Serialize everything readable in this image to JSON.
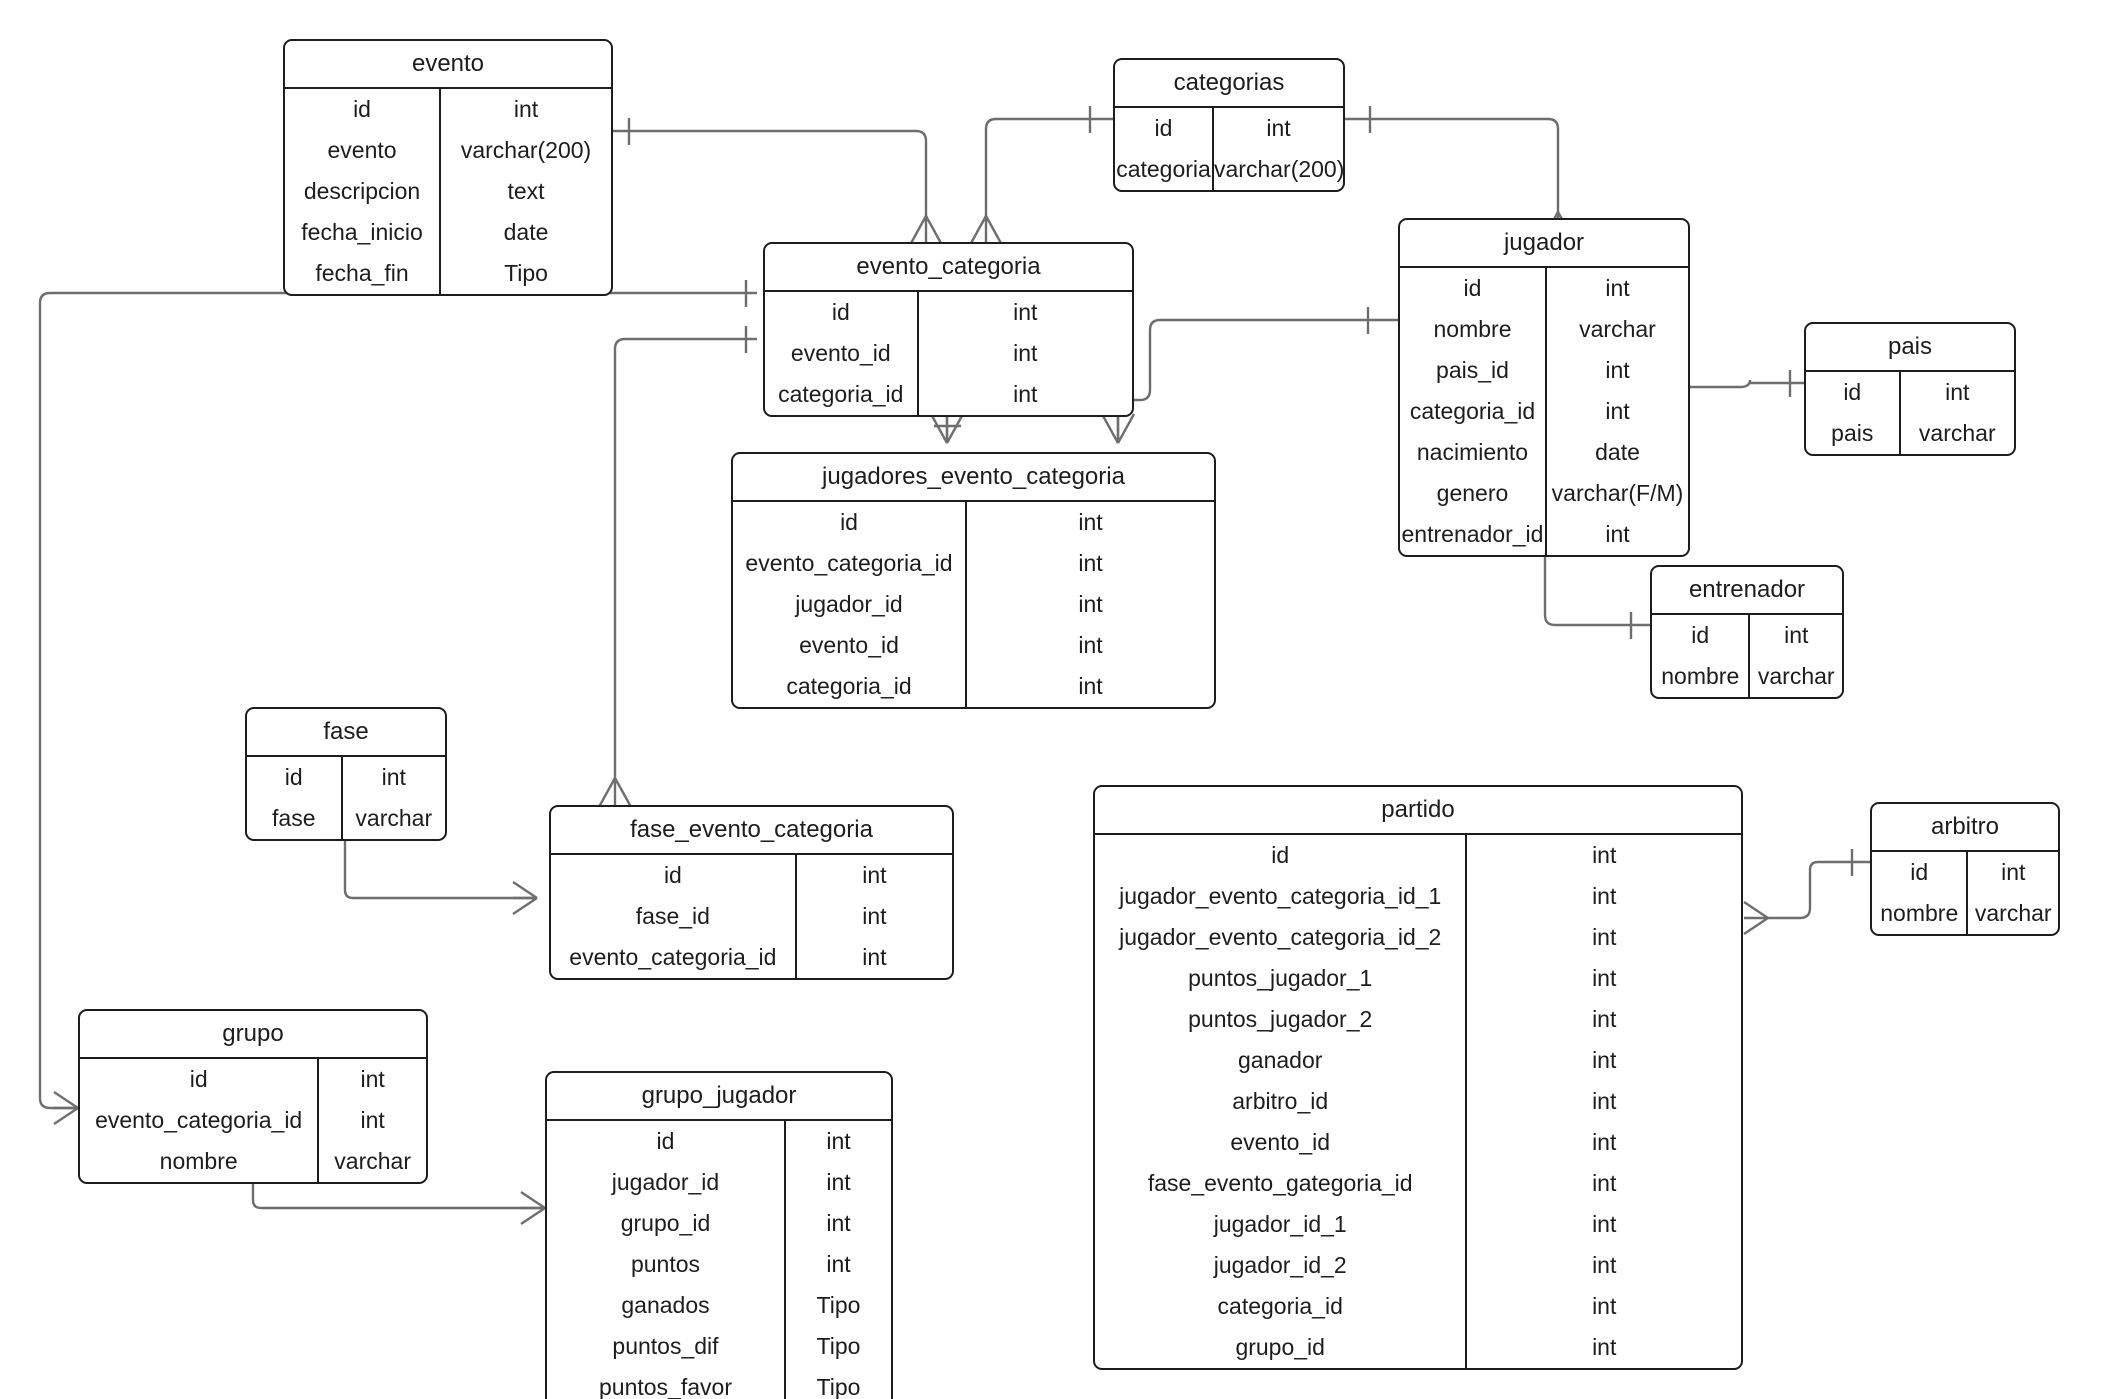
{
  "diagram": {
    "kind": "er-diagram",
    "title": "",
    "line_color": "#6e6e6e",
    "box_border_color": "#1d1d1d",
    "background": "#ffffff"
  },
  "entities": {
    "evento": {
      "name": "evento",
      "fields": [
        {
          "name": "id",
          "type": "int"
        },
        {
          "name": "evento",
          "type": "varchar(200)"
        },
        {
          "name": "descripcion",
          "type": "text"
        },
        {
          "name": "fecha_inicio",
          "type": "date"
        },
        {
          "name": "fecha_fin",
          "type": "Tipo"
        }
      ]
    },
    "categorias": {
      "name": "categorias",
      "fields": [
        {
          "name": "id",
          "type": "int"
        },
        {
          "name": "categoria",
          "type": "varchar(200)"
        }
      ]
    },
    "evento_categoria": {
      "name": "evento_categoria",
      "fields": [
        {
          "name": "id",
          "type": "int"
        },
        {
          "name": "evento_id",
          "type": "int"
        },
        {
          "name": "categoria_id",
          "type": "int"
        }
      ]
    },
    "jugador": {
      "name": "jugador",
      "fields": [
        {
          "name": "id",
          "type": "int"
        },
        {
          "name": "nombre",
          "type": "varchar"
        },
        {
          "name": "pais_id",
          "type": "int"
        },
        {
          "name": "categoria_id",
          "type": "int"
        },
        {
          "name": "nacimiento",
          "type": "date"
        },
        {
          "name": "genero",
          "type": "varchar(F/M)"
        },
        {
          "name": "entrenador_id",
          "type": "int"
        }
      ]
    },
    "pais": {
      "name": "pais",
      "fields": [
        {
          "name": "id",
          "type": "int"
        },
        {
          "name": "pais",
          "type": "varchar"
        }
      ]
    },
    "jugadores_evento_categoria": {
      "name": "jugadores_evento_categoria",
      "fields": [
        {
          "name": "id",
          "type": "int"
        },
        {
          "name": "evento_categoria_id",
          "type": "int"
        },
        {
          "name": "jugador_id",
          "type": "int"
        },
        {
          "name": "evento_id",
          "type": "int"
        },
        {
          "name": "categoria_id",
          "type": "int"
        }
      ]
    },
    "entrenador": {
      "name": "entrenador",
      "fields": [
        {
          "name": "id",
          "type": "int"
        },
        {
          "name": "nombre",
          "type": "varchar"
        }
      ]
    },
    "fase": {
      "name": "fase",
      "fields": [
        {
          "name": "id",
          "type": "int"
        },
        {
          "name": "fase",
          "type": "varchar"
        }
      ]
    },
    "fase_evento_categoria": {
      "name": "fase_evento_categoria",
      "fields": [
        {
          "name": "id",
          "type": "int"
        },
        {
          "name": "fase_id",
          "type": "int"
        },
        {
          "name": "evento_categoria_id",
          "type": "int"
        }
      ]
    },
    "partido": {
      "name": "partido",
      "fields": [
        {
          "name": "id",
          "type": "int"
        },
        {
          "name": "jugador_evento_categoria_id_1",
          "type": "int"
        },
        {
          "name": "jugador_evento_categoria_id_2",
          "type": "int"
        },
        {
          "name": "puntos_jugador_1",
          "type": "int"
        },
        {
          "name": "puntos_jugador_2",
          "type": "int"
        },
        {
          "name": "ganador",
          "type": "int"
        },
        {
          "name": "arbitro_id",
          "type": "int"
        },
        {
          "name": "evento_id",
          "type": "int"
        },
        {
          "name": "fase_evento_gategoria_id",
          "type": "int"
        },
        {
          "name": "jugador_id_1",
          "type": "int"
        },
        {
          "name": "jugador_id_2",
          "type": "int"
        },
        {
          "name": "categoria_id",
          "type": "int"
        },
        {
          "name": "grupo_id",
          "type": "int"
        }
      ]
    },
    "arbitro": {
      "name": "arbitro",
      "fields": [
        {
          "name": "id",
          "type": "int"
        },
        {
          "name": "nombre",
          "type": "varchar"
        }
      ]
    },
    "grupo": {
      "name": "grupo",
      "fields": [
        {
          "name": "id",
          "type": "int"
        },
        {
          "name": "evento_categoria_id",
          "type": "int"
        },
        {
          "name": "nombre",
          "type": "varchar"
        }
      ]
    },
    "grupo_jugador": {
      "name": "grupo_jugador",
      "fields": [
        {
          "name": "id",
          "type": "int"
        },
        {
          "name": "jugador_id",
          "type": "int"
        },
        {
          "name": "grupo_id",
          "type": "int"
        },
        {
          "name": "puntos",
          "type": "int"
        },
        {
          "name": "ganados",
          "type": "Tipo"
        },
        {
          "name": "puntos_dif",
          "type": "Tipo"
        },
        {
          "name": "puntos_favor",
          "type": "Tipo"
        }
      ]
    }
  },
  "relationships": [
    {
      "from": "evento",
      "to": "evento_categoria",
      "from_end": "one",
      "to_end": "many"
    },
    {
      "from": "categorias",
      "to": "evento_categoria",
      "from_end": "one",
      "to_end": "many"
    },
    {
      "from": "categorias",
      "to": "jugador",
      "from_end": "one",
      "to_end": "many"
    },
    {
      "from": "jugador",
      "to": "pais",
      "from_end": "many",
      "to_end": "one"
    },
    {
      "from": "jugador",
      "to": "entrenador",
      "from_end": "many",
      "to_end": "one"
    },
    {
      "from": "evento_categoria",
      "to": "jugadores_evento_categoria",
      "from_end": "one",
      "to_end": "many"
    },
    {
      "from": "jugador",
      "to": "jugadores_evento_categoria",
      "from_end": "one",
      "to_end": "many"
    },
    {
      "from": "evento_categoria",
      "to": "fase_evento_categoria",
      "from_end": "one",
      "to_end": "many"
    },
    {
      "from": "fase",
      "to": "fase_evento_categoria",
      "from_end": "one",
      "to_end": "many"
    },
    {
      "from": "evento_categoria",
      "to": "grupo",
      "from_end": "one",
      "to_end": "many"
    },
    {
      "from": "grupo",
      "to": "grupo_jugador",
      "from_end": "one",
      "to_end": "many"
    },
    {
      "from": "partido",
      "to": "arbitro",
      "from_end": "many",
      "to_end": "one"
    }
  ]
}
